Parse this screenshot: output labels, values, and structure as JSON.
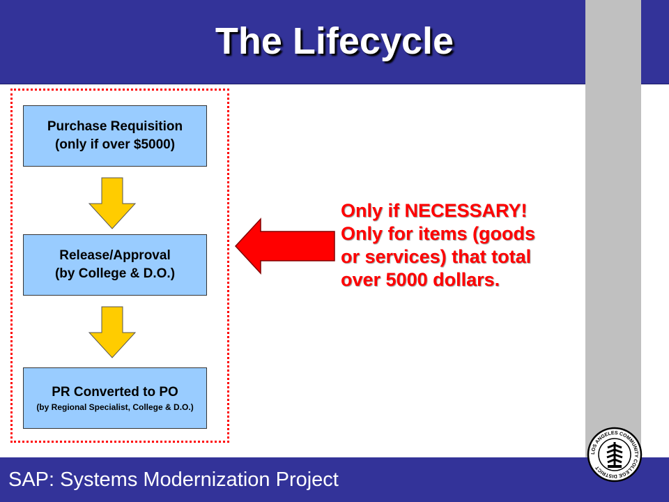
{
  "slide": {
    "title": "The Lifecycle"
  },
  "steps": [
    {
      "line1": "Purchase Requisition",
      "line2": "(only if over $5000)"
    },
    {
      "line1": "Release/Approval",
      "line2": "(by College & D.O.)"
    },
    {
      "line1": "PR Converted to PO",
      "line2": "(by Regional Specialist, College & D.O.)"
    }
  ],
  "note": {
    "lines": [
      "Only if NECESSARY!",
      "Only for items (goods",
      "or services) that total",
      "over 5000 dollars."
    ]
  },
  "footer": {
    "text": "SAP: Systems Modernization Project"
  },
  "logo": {
    "text": "LOS ANGELES COMMUNITY COLLEGE DISTRICT"
  },
  "colors": {
    "header_blue": "#333399",
    "step_fill": "#99ccff",
    "down_arrow": "#ffcc00",
    "left_arrow": "#ff0000",
    "note_text": "#ff0000",
    "side_bar": "#c0c0c0"
  },
  "icons": {
    "down_arrow": "yellow-down-arrow-icon",
    "left_arrow": "red-left-arrow-icon",
    "logo": "laccd-seal-icon"
  }
}
